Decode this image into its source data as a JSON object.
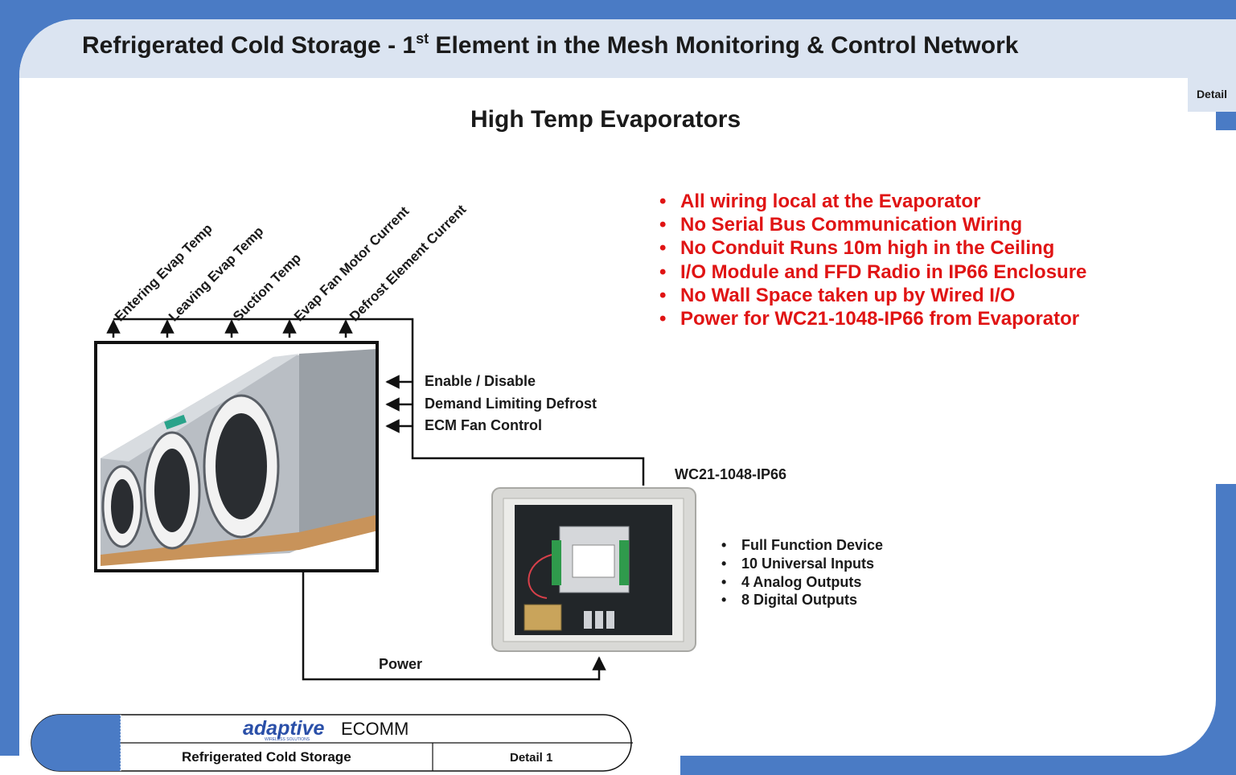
{
  "header": {
    "title_before": "Refrigerated Cold Storage - 1",
    "title_sup": "st",
    "title_after": " Element in the Mesh Monitoring & Control Network",
    "detail_tab": "Detail"
  },
  "subtitle": "High Temp Evaporators",
  "inputs": [
    "Entering Evap Temp",
    "Leaving Evap Temp",
    "Suction Temp",
    "Evap Fan Motor Current",
    "Defrost Element Current"
  ],
  "outputs": [
    "Enable / Disable",
    "Demand Limiting Defrost",
    "ECM Fan Control"
  ],
  "device_label": "WC21-1048-IP66",
  "power_label": "Power",
  "features": [
    "All wiring local at the Evaporator",
    "No Serial Bus Communication Wiring",
    "No Conduit Runs 10m high in the Ceiling",
    "I/O Module and FFD Radio in IP66 Enclosure",
    "No Wall Space taken up by Wired I/O",
    "Power for WC21-1048-IP66 from Evaporator"
  ],
  "device_specs": [
    "Full Function Device",
    "10 Universal Inputs",
    "4 Analog Outputs",
    "8 Digital Outputs"
  ],
  "footer": {
    "brand": "adaptive",
    "brand_tagline": "WIRELESS SOLUTIONS",
    "product": "ECOMM",
    "doc_title": "Refrigerated Cold Storage",
    "page": "Detail 1"
  },
  "colors": {
    "frame": "#4a7bc5",
    "header_band": "#dbe4f1",
    "feature_text": "#e01414",
    "brand": "#2a4fa8"
  }
}
